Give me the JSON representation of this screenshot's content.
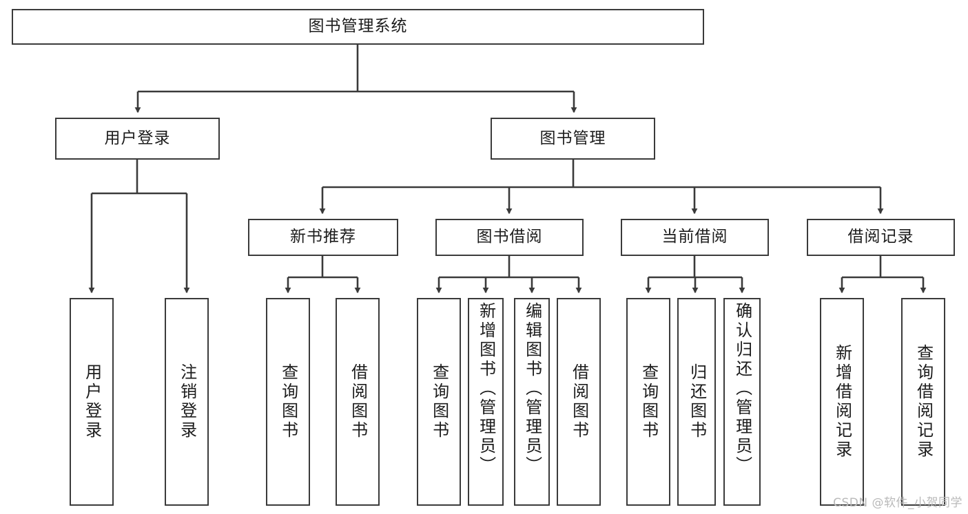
{
  "diagram": {
    "title": "图书管理系统",
    "type": "tree-hierarchy-chart",
    "orientation": "top-down",
    "colors": {
      "background": "#ffffff",
      "stroke": "#3a3a3a",
      "text": "#1c1c1c",
      "watermark": "#b9b9b9"
    },
    "root": {
      "label": "图书管理系统"
    },
    "level1": [
      {
        "label": "用户登录"
      },
      {
        "label": "图书管理"
      }
    ],
    "level2": [
      {
        "label": "新书推荐"
      },
      {
        "label": "图书借阅"
      },
      {
        "label": "当前借阅"
      },
      {
        "label": "借阅记录"
      }
    ],
    "leaves": {
      "user_login": [
        {
          "label": "用户登录"
        },
        {
          "label": "注销登录"
        }
      ],
      "new_book_recommend": [
        {
          "label": "查询图书"
        },
        {
          "label": "借阅图书"
        }
      ],
      "book_borrow": [
        {
          "label": "查询图书"
        },
        {
          "label": "新增图书（管理员）"
        },
        {
          "label": "编辑图书（管理员）"
        },
        {
          "label": "借阅图书"
        }
      ],
      "current_borrow": [
        {
          "label": "查询图书"
        },
        {
          "label": "归还图书"
        },
        {
          "label": "确认归还（管理员）"
        }
      ],
      "borrow_record": [
        {
          "label": "新增借阅记录"
        },
        {
          "label": "查询借阅记录"
        }
      ]
    }
  },
  "watermark": {
    "text": "CSDN @软件_小贺同学"
  }
}
